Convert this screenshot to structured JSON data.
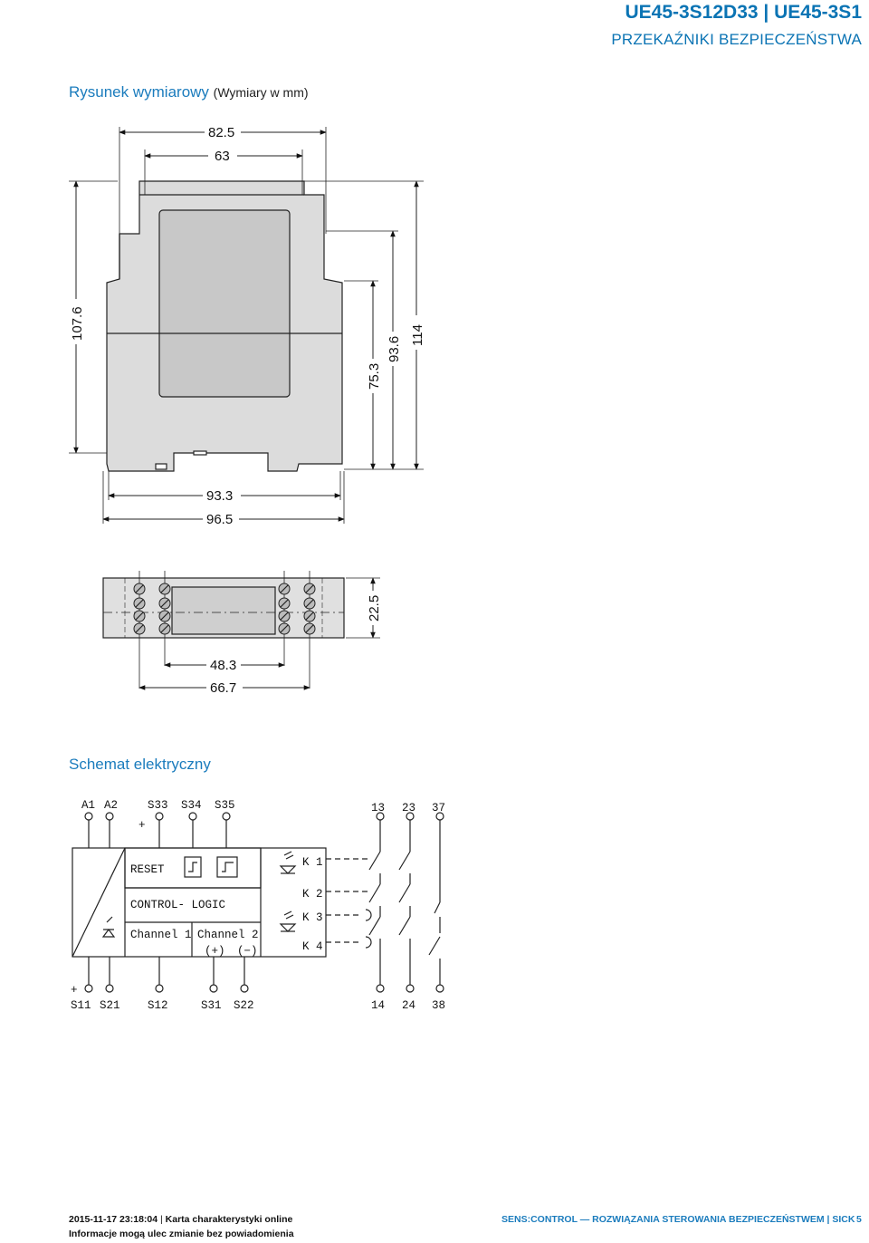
{
  "header": {
    "title": "UE45-3S12D33 | UE45-3S1",
    "subtitle": "PRZEKAŹNIKI BEZPIECZEŃSTWA"
  },
  "dimension_section": {
    "title": "Rysunek wymiarowy",
    "unit_note": "(Wymiary w mm)",
    "dims": {
      "width_top_outer": "82.5",
      "width_top_inner": "63",
      "height_left": "107.6",
      "height_75": "75.3",
      "height_93": "93.6",
      "height_114": "114",
      "width_bottom_inner": "93.3",
      "width_bottom_outer": "96.5",
      "depth_side": "22.5",
      "terminal_inner": "48.3",
      "terminal_outer": "66.7"
    }
  },
  "schematic_section": {
    "title": "Schemat elektryczny",
    "top_terminals": [
      "A1",
      "A2",
      "S33",
      "S34",
      "S35"
    ],
    "top_contacts": [
      "13",
      "23",
      "37"
    ],
    "bottom_terminals": [
      "S11",
      "S21",
      "S12",
      "S31",
      "S22"
    ],
    "bottom_contacts": [
      "14",
      "24",
      "38"
    ],
    "plus_top": "+",
    "plus_bottom": "+",
    "reset_label": "RESET",
    "logic_label": "CONTROL- LOGIC",
    "channel1_label": "Channel 1",
    "channel2_label": "Channel 2",
    "polarity_plus": "(+)",
    "polarity_minus": "(−)",
    "relays": [
      "K 1",
      "K 2",
      "K 3",
      "K 4"
    ]
  },
  "footer": {
    "date": "2015-11-17 23:18:04",
    "doc_type": "Karta charakterystyki online",
    "notice": "Informacje mogą ulec zmianie bez powiadomienia",
    "right_text": "SENS:CONTROL — ROZWIĄZANIA STEROWANIA BEZPIECZEŃSTWEM | SICK",
    "page": "5"
  }
}
